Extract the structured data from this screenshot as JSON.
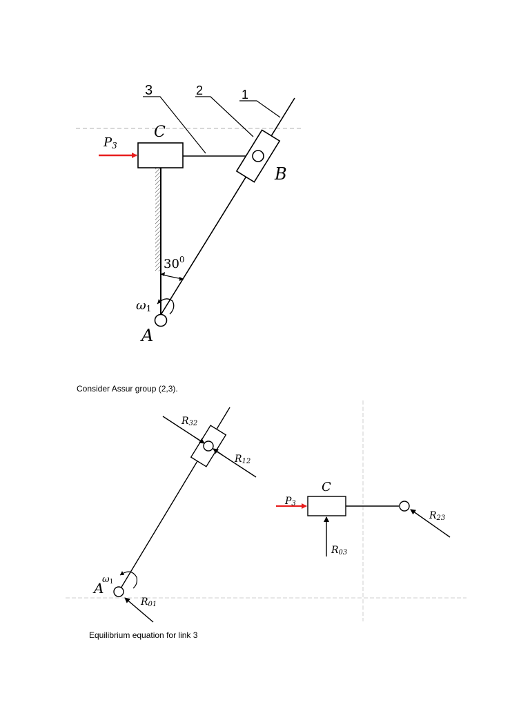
{
  "figure1": {
    "link_numbers": [
      "3",
      "2",
      "1"
    ],
    "point_c": "C",
    "point_b": "B",
    "point_a": "A",
    "force_p": "P",
    "force_p_sub": "3",
    "angle_value": "30",
    "angle_sup": "0",
    "omega": "ω",
    "omega_sub": "1"
  },
  "text": {
    "caption1": "Consider Assur group (2,3).",
    "caption2": "Equilibrium equation for link 3"
  },
  "figure2": {
    "r32": "R",
    "r32_sub": "32",
    "r12": "R",
    "r12_sub": "12",
    "r01": "R",
    "r01_sub": "01",
    "point_a": "A",
    "omega": "ω",
    "omega_sub": "1"
  },
  "figure3": {
    "point_c": "C",
    "force_p": "P",
    "force_p_sub": "3",
    "r23": "R",
    "r23_sub": "23",
    "r03": "R",
    "r03_sub": "03"
  },
  "colors": {
    "force_arrow": "#e81e1e",
    "line": "#000000",
    "guide": "#c8c8c8"
  }
}
